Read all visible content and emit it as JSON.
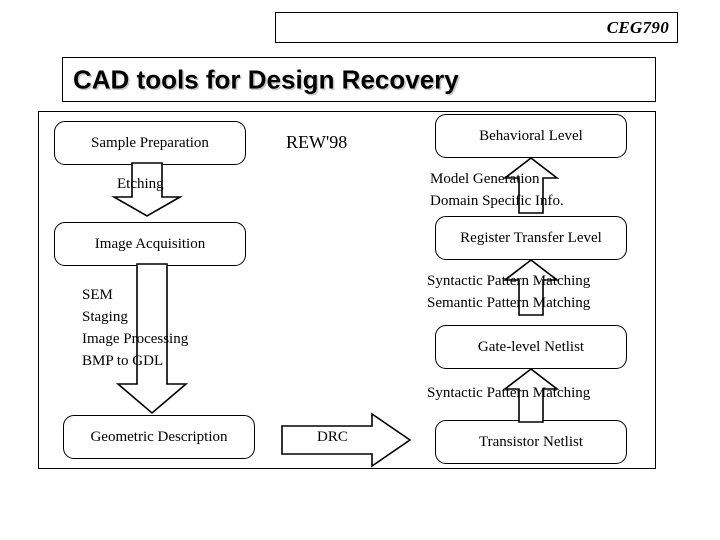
{
  "header": {
    "course_code": "CEG790"
  },
  "title": {
    "text": "CAD tools for Design Recovery"
  },
  "diagram": {
    "workshop_label": "REW'98",
    "left_column": {
      "boxes": [
        {
          "label": "Sample Preparation"
        },
        {
          "label": "Image Acquisition"
        },
        {
          "label": "Geometric Description"
        }
      ],
      "arrow_labels": [
        {
          "label": "Etching"
        }
      ],
      "step_list": [
        "SEM",
        "Staging",
        "Image Processing",
        "BMP to GDL"
      ]
    },
    "bottom_arrow": {
      "label": "DRC",
      "direction": "right"
    },
    "right_column": {
      "boxes": [
        {
          "label": "Behavioral Level"
        },
        {
          "label": "Register Transfer Level"
        },
        {
          "label": "Gate-level Netlist"
        },
        {
          "label": "Transistor Netlist"
        }
      ],
      "annotations": [
        {
          "lines": [
            "Model Generation",
            "Domain Specific Info."
          ]
        },
        {
          "lines": [
            "Syntactic Pattern Matching",
            "Semantic Pattern Matching"
          ]
        },
        {
          "lines": [
            "Syntactic Pattern Matching"
          ]
        }
      ]
    }
  },
  "colors": {
    "ink": "#000000",
    "paper": "#ffffff",
    "title_shadow": "#c8c8c8"
  }
}
